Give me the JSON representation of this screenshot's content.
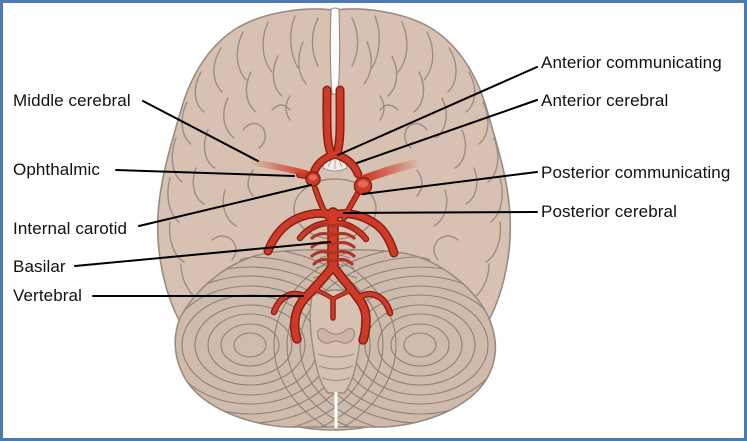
{
  "annotations": {
    "left": [
      {
        "text": "Middle cerebral"
      },
      {
        "text": "Ophthalmic"
      },
      {
        "text": "Internal carotid"
      },
      {
        "text": "Basilar"
      },
      {
        "text": "Vertebral"
      }
    ],
    "right": [
      {
        "text": "Anterior communicating"
      },
      {
        "text": "Anterior cerebral"
      },
      {
        "text": "Posterior communicating"
      },
      {
        "text": "Posterior cerebral"
      }
    ]
  },
  "colors": {
    "background": "#ffffff",
    "border": "#4b7bb0",
    "artery": "#cf3a28",
    "artery_outline": "#87200f",
    "artery_branch": "#b23325",
    "artery_lumen": "#e4695a",
    "brain": "#d6c1b2",
    "brain_line": "#9a8b82",
    "cerebellum": "#cfbbac",
    "folia_line": "#8e8077",
    "label_text": "#111111",
    "leader_line": "#000000",
    "fissure_white": "#fdfcfa"
  }
}
